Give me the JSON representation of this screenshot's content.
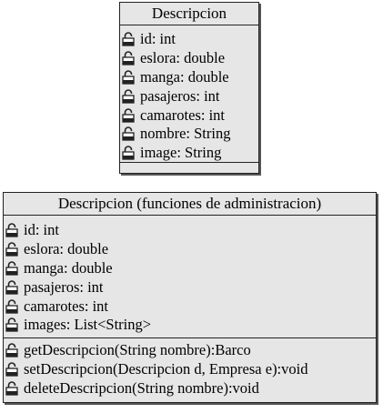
{
  "classes": [
    {
      "title": "Descripcion",
      "attributes": [
        "id: int",
        "eslora: double",
        "manga: double",
        "pasajeros: int",
        "camarotes: int",
        "nombre: String",
        "image: String"
      ],
      "operations": []
    },
    {
      "title": "Descripcion (funciones de administracion)",
      "attributes": [
        "id: int",
        "eslora: double",
        "manga: double",
        "pasajeros: int",
        "camarotes: int",
        "images: List<String>"
      ],
      "operations": [
        "getDescripcion(String nombre):Barco",
        "setDescripcion(Descripcion d, Empresa e):void",
        "deleteDescripcion(String nombre):void"
      ]
    }
  ],
  "icons": {
    "member_visibility": "lock-icon"
  },
  "colors": {
    "class_fill": "#e6e6e6",
    "border": "#222222",
    "shadow": "#555555"
  }
}
